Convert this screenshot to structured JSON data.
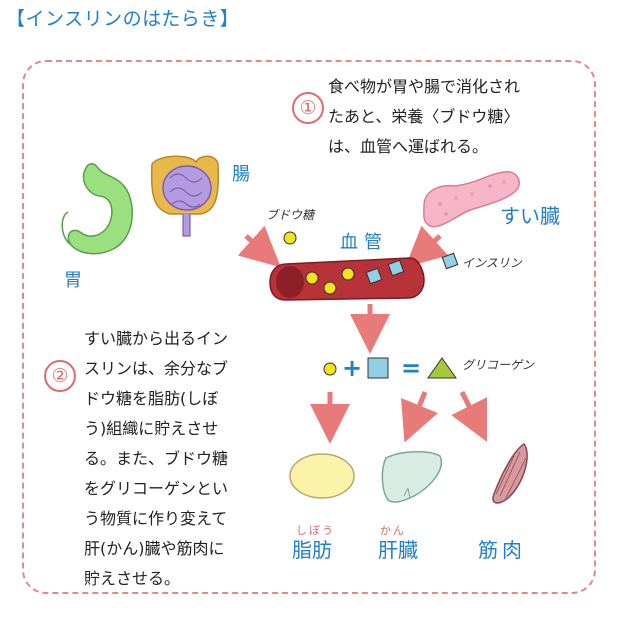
{
  "title": "【インスリンのはたらき】",
  "step1": {
    "number": "①",
    "text": "食べ物が胃や腸で消化され\nたあと、栄養〈ブドウ糖〉\nは、血管へ運ばれる。"
  },
  "step2": {
    "number": "②",
    "text": "すい臓から出るイン\nスリンは、余分なブ\nドウ糖を脂肪(しぼ\nう)組織に貯えさせ\nる。また、ブドウ糖\nをグリコーゲンとい\nう物質に作り変えて\n肝(かん)臓や筋肉に\n貯えさせる。"
  },
  "labels": {
    "stomach": "胃",
    "intestine": "腸",
    "pancreas": "すい臓",
    "blood_vessel": "血管",
    "glucose": "ブドウ糖",
    "insulin": "インスリン",
    "glycogen": "グリコーゲン",
    "fat": "脂肪",
    "fat_reading": "しぼう",
    "liver": "肝臓",
    "liver_reading": "かん",
    "muscle": "筋肉"
  },
  "equation": {
    "plus": "+",
    "equals": "="
  },
  "colors": {
    "accent_blue": "#1f7fd0",
    "accent_red": "#e26b6b",
    "frame_dash": "#e08a8a",
    "arrow": "#e87a7a",
    "vessel": "#b8323a",
    "glucose": "#f4e21b",
    "insulin": "#8fd0e6",
    "glycogen": "#a6c93a"
  }
}
